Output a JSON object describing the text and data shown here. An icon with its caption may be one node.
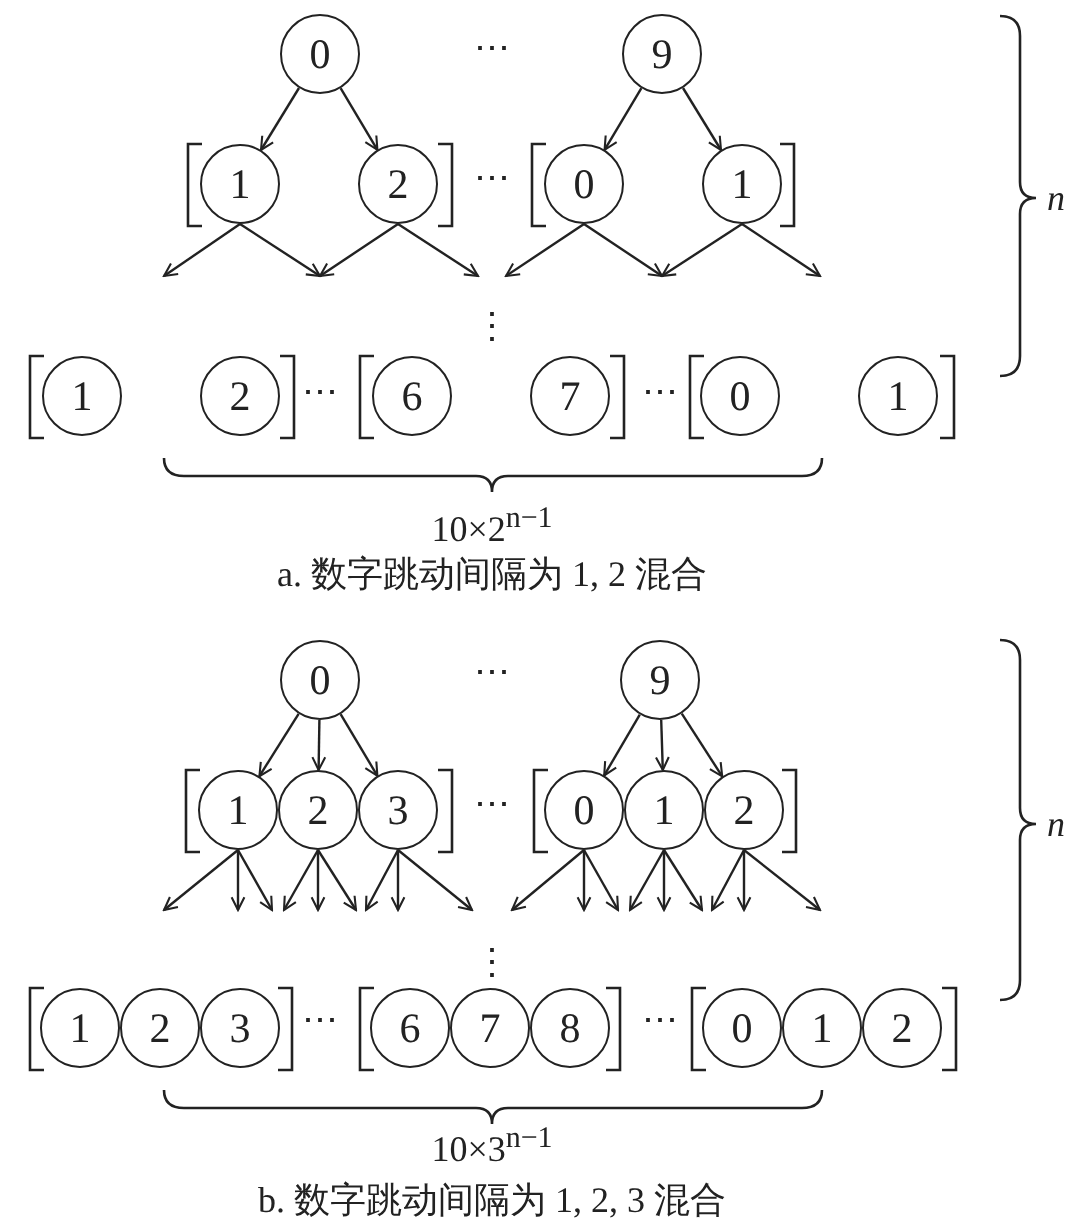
{
  "diagram": {
    "nodes": [
      {
        "text": [
          "0"
        ]
      },
      {
        "text": [
          "9"
        ]
      },
      {
        "text": [
          "1"
        ]
      },
      {
        "text": [
          "2"
        ]
      },
      {
        "text": [
          "0"
        ]
      },
      {
        "text": [
          "1"
        ]
      },
      {
        "text": [
          "1"
        ]
      },
      {
        "text": [
          "2"
        ]
      },
      {
        "text": [
          "6"
        ]
      },
      {
        "text": [
          "7"
        ]
      },
      {
        "text": [
          "0"
        ]
      },
      {
        "text": [
          "1"
        ]
      },
      {
        "text": [
          "0"
        ]
      },
      {
        "text": [
          "9"
        ]
      },
      {
        "text": [
          "1"
        ]
      },
      {
        "text": [
          "2"
        ]
      },
      {
        "text": [
          "3"
        ]
      },
      {
        "text": [
          "0"
        ]
      },
      {
        "text": [
          "1"
        ]
      },
      {
        "text": [
          "2"
        ]
      },
      {
        "text": [
          "1"
        ]
      },
      {
        "text": [
          "2"
        ]
      },
      {
        "text": [
          "3"
        ]
      },
      {
        "text": [
          "6"
        ]
      },
      {
        "text": [
          "7"
        ]
      },
      {
        "text": [
          "8"
        ]
      },
      {
        "text": [
          "0"
        ]
      },
      {
        "text": [
          "1"
        ]
      },
      {
        "text": [
          "2"
        ]
      }
    ],
    "edges": [
      {
        "from": 0,
        "to": 2,
        "arrow": "to"
      },
      {
        "from": 0,
        "to": 3,
        "arrow": "to"
      },
      {
        "from": 1,
        "to": 4,
        "arrow": "to"
      },
      {
        "from": 1,
        "to": 5,
        "arrow": "to"
      },
      {
        "from": 2,
        "to": null,
        "arrow": "to"
      },
      {
        "from": 2,
        "to": null,
        "arrow": "to"
      },
      {
        "from": 3,
        "to": null,
        "arrow": "to"
      },
      {
        "from": 3,
        "to": null,
        "arrow": "to"
      },
      {
        "from": 4,
        "to": null,
        "arrow": "to"
      },
      {
        "from": 4,
        "to": null,
        "arrow": "to"
      },
      {
        "from": 5,
        "to": null,
        "arrow": "to"
      },
      {
        "from": 5,
        "to": null,
        "arrow": "to"
      },
      {
        "from": 12,
        "to": 14,
        "arrow": "to"
      },
      {
        "from": 12,
        "to": 15,
        "arrow": "to"
      },
      {
        "from": 12,
        "to": 16,
        "arrow": "to"
      },
      {
        "from": 13,
        "to": 17,
        "arrow": "to"
      },
      {
        "from": 13,
        "to": 18,
        "arrow": "to"
      },
      {
        "from": 13,
        "to": 19,
        "arrow": "to"
      },
      {
        "from": 14,
        "to": null,
        "arrow": "to"
      },
      {
        "from": 14,
        "to": null,
        "arrow": "to"
      },
      {
        "from": 14,
        "to": null,
        "arrow": "to"
      },
      {
        "from": 15,
        "to": null,
        "arrow": "to"
      },
      {
        "from": 15,
        "to": null,
        "arrow": "to"
      },
      {
        "from": 15,
        "to": null,
        "arrow": "to"
      },
      {
        "from": 16,
        "to": null,
        "arrow": "to"
      },
      {
        "from": 16,
        "to": null,
        "arrow": "to"
      },
      {
        "from": 16,
        "to": null,
        "arrow": "to"
      },
      {
        "from": 17,
        "to": null,
        "arrow": "to"
      },
      {
        "from": 17,
        "to": null,
        "arrow": "to"
      },
      {
        "from": 17,
        "to": null,
        "arrow": "to"
      },
      {
        "from": 18,
        "to": null,
        "arrow": "to"
      },
      {
        "from": 18,
        "to": null,
        "arrow": "to"
      },
      {
        "from": 18,
        "to": null,
        "arrow": "to"
      },
      {
        "from": 19,
        "to": null,
        "arrow": "to"
      },
      {
        "from": 19,
        "to": null,
        "arrow": "to"
      },
      {
        "from": 19,
        "to": null,
        "arrow": "to"
      }
    ],
    "labels": [
      "⋯",
      "⋯",
      "n",
      "⋮",
      "⋯",
      "⋯",
      "10×2$^{n−1}$",
      "a. 数字跳动间隔为 1, 2 混合",
      "⋯",
      "⋯",
      "n",
      "⋮",
      "⋯",
      "⋯",
      "10×3$^{n−1}$",
      "b. 数字跳动间隔为 1, 2, 3 混合"
    ]
  }
}
